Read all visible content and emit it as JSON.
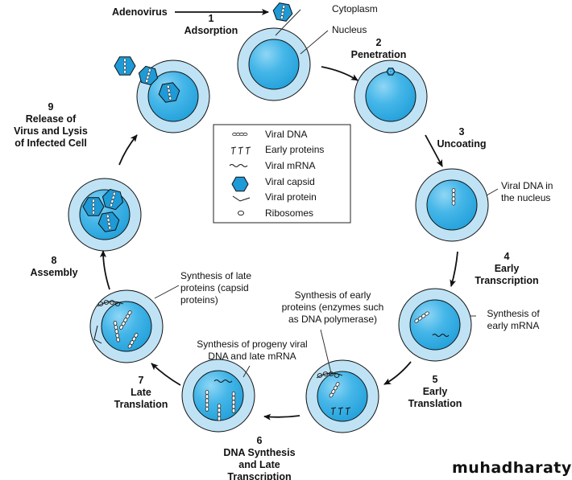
{
  "title": "Adenovirus replication cycle",
  "colors": {
    "cytoplasm": "#bfe3f5",
    "nucleus": "#3fb2e6",
    "nucleus_highlight": "#7fd0f3",
    "capsid": "#1e9ad6",
    "outline": "#1a1a1a"
  },
  "virus_label": "Adenovirus",
  "steps": [
    {
      "num": "1",
      "lines": [
        "Adsorption"
      ]
    },
    {
      "num": "2",
      "lines": [
        "Penetration"
      ]
    },
    {
      "num": "3",
      "lines": [
        "Uncoating"
      ]
    },
    {
      "num": "4",
      "lines": [
        "Early",
        "Transcription"
      ]
    },
    {
      "num": "5",
      "lines": [
        "Early",
        "Translation"
      ]
    },
    {
      "num": "6",
      "lines": [
        "DNA Synthesis",
        "and Late",
        "Transcription"
      ]
    },
    {
      "num": "7",
      "lines": [
        "Late",
        "Translation"
      ]
    },
    {
      "num": "8",
      "lines": [
        "Assembly"
      ]
    },
    {
      "num": "9",
      "lines": [
        "Release of",
        "Virus and Lysis",
        "of Infected Cell"
      ]
    }
  ],
  "callouts": {
    "cytoplasm": "Cytoplasm",
    "nucleus": "Nucleus",
    "viral_dna_nucleus": [
      "Viral DNA in",
      "the nucleus"
    ],
    "early_mrna": [
      "Synthesis of",
      "early mRNA"
    ],
    "early_proteins": [
      "Synthesis of early",
      "proteins (enzymes such",
      "as DNA polymerase)"
    ],
    "progeny_dna": [
      "Synthesis of progeny viral",
      "DNA and late mRNA"
    ],
    "late_proteins": [
      "Synthesis of late",
      "proteins (capsid",
      "proteins)"
    ]
  },
  "legend": [
    {
      "icon": "viral-dna-icon",
      "label": "Viral DNA"
    },
    {
      "icon": "early-proteins-icon",
      "label": "Early proteins"
    },
    {
      "icon": "viral-mrna-icon",
      "label": "Viral mRNA"
    },
    {
      "icon": "viral-capsid-icon",
      "label": "Viral capsid"
    },
    {
      "icon": "viral-protein-icon",
      "label": "Viral protein"
    },
    {
      "icon": "ribosome-icon",
      "label": "Ribosomes"
    }
  ],
  "watermark": "muhadharaty.com"
}
